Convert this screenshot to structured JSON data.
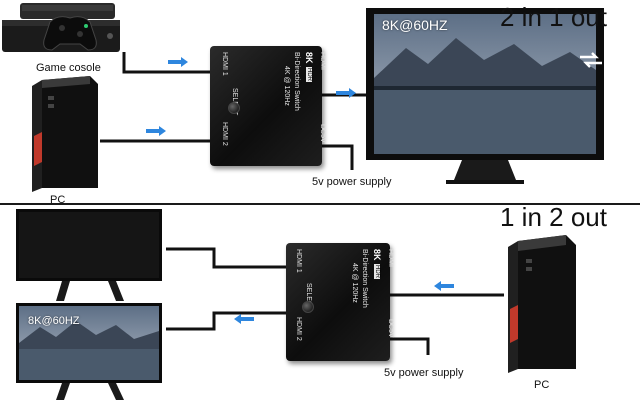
{
  "top": {
    "title": "2 in 1 out",
    "screen_text": "8K@60HZ",
    "game_console_label": "Game cosole",
    "pc_label": "PC",
    "power_label": "5v power supply"
  },
  "bottom": {
    "title": "1 in 2 out",
    "screen_text": "8K@60HZ",
    "pc_label": "PC",
    "power_label": "5v power supply"
  },
  "switch": {
    "logo": "8K",
    "hdr": "HDR",
    "name": "Bi-Direction  Switch",
    "spec": "4K @ 120Hz",
    "port1": "HDMI 1",
    "port2": "HDMI 2",
    "select": "SELECT",
    "out": "HDMI",
    "dc": "DC5V"
  },
  "colors": {
    "arrow": "#2e86de",
    "cable": "#111111",
    "pc_accent": "#c0392b"
  }
}
